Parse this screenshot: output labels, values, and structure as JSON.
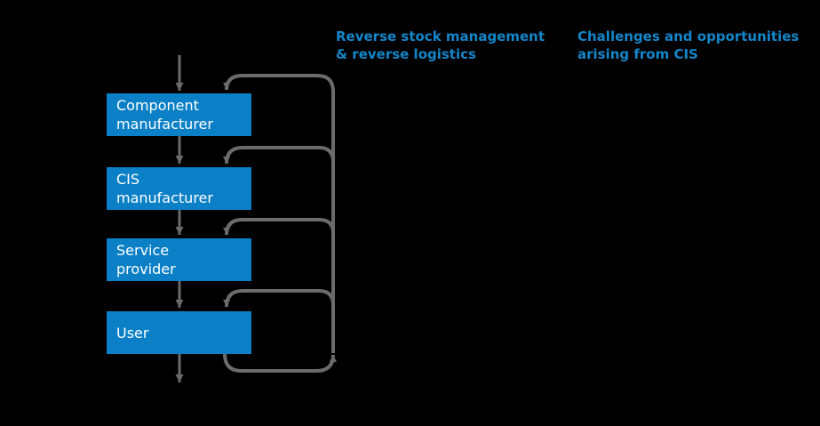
{
  "headings": {
    "reverse_logistics": "Reverse stock management\n& reverse logistics",
    "challenges": "Challenges and opportunities\narising from CIS"
  },
  "nodes": [
    {
      "id": "component-manufacturer",
      "label": "Component\nmanufacturer"
    },
    {
      "id": "cis-manufacturer",
      "label": "CIS\nmanufacturer"
    },
    {
      "id": "service-provider",
      "label": "Service\nprovider"
    },
    {
      "id": "user",
      "label": "User"
    }
  ],
  "flow": {
    "forward_chain": [
      "component-manufacturer",
      "cis-manufacturer",
      "service-provider",
      "user"
    ],
    "reverse_loops": {
      "source": "user",
      "targets": [
        "component-manufacturer",
        "cis-manufacturer",
        "service-provider",
        "user"
      ]
    }
  },
  "colors": {
    "background": "#000000",
    "node_fill": "#0b80c6",
    "node_text": "#ffffff",
    "arrow": "#6b6b6b",
    "heading_text": "#1486c9"
  }
}
